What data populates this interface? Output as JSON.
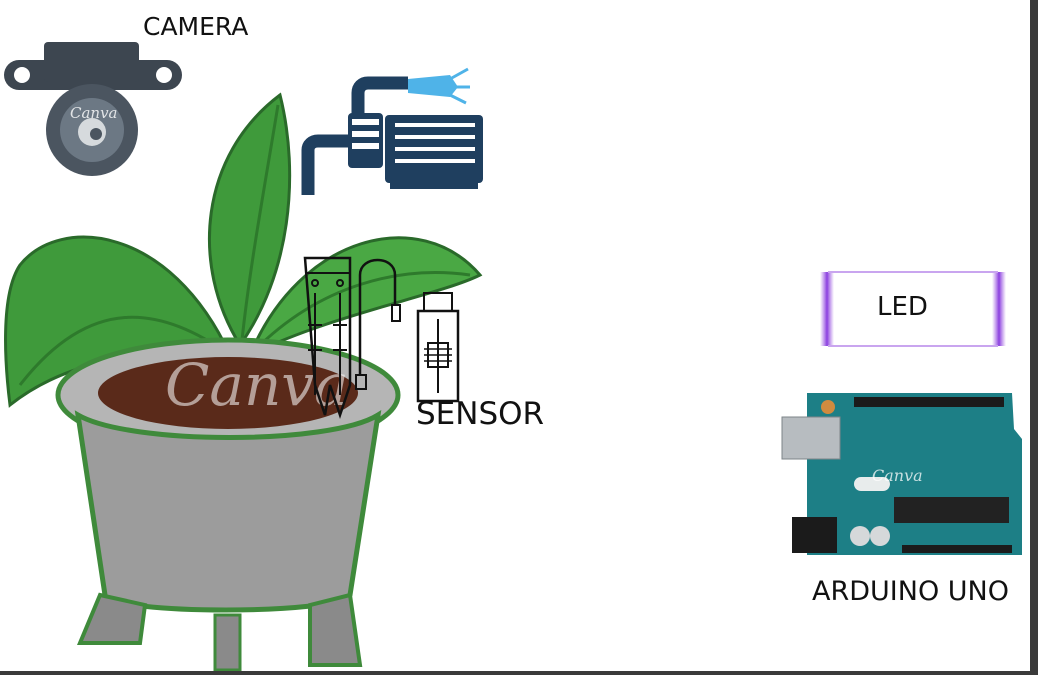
{
  "labels": {
    "camera": "CAMERA",
    "sensor": "SENSOR",
    "led": "LED",
    "arduino": "ARDUINO UNO"
  },
  "watermark": "Canva",
  "colors": {
    "leaf_green": "#3f9a3b",
    "leaf_dark": "#2e7a2c",
    "pot_gray": "#9c9c9c",
    "pot_rim": "#b5b5b5",
    "soil": "#5a2a1a",
    "pump_navy": "#1f3f5f",
    "water": "#4fb3e8",
    "camera_dark": "#3d4650",
    "led_purple": "#a05de0",
    "arduino_teal": "#1d7f86"
  },
  "icons": [
    "camera-icon",
    "water-pump-icon",
    "plant-pot-icon",
    "soil-moisture-probe-icon",
    "sensor-module-icon",
    "led-icon",
    "arduino-board-icon"
  ]
}
